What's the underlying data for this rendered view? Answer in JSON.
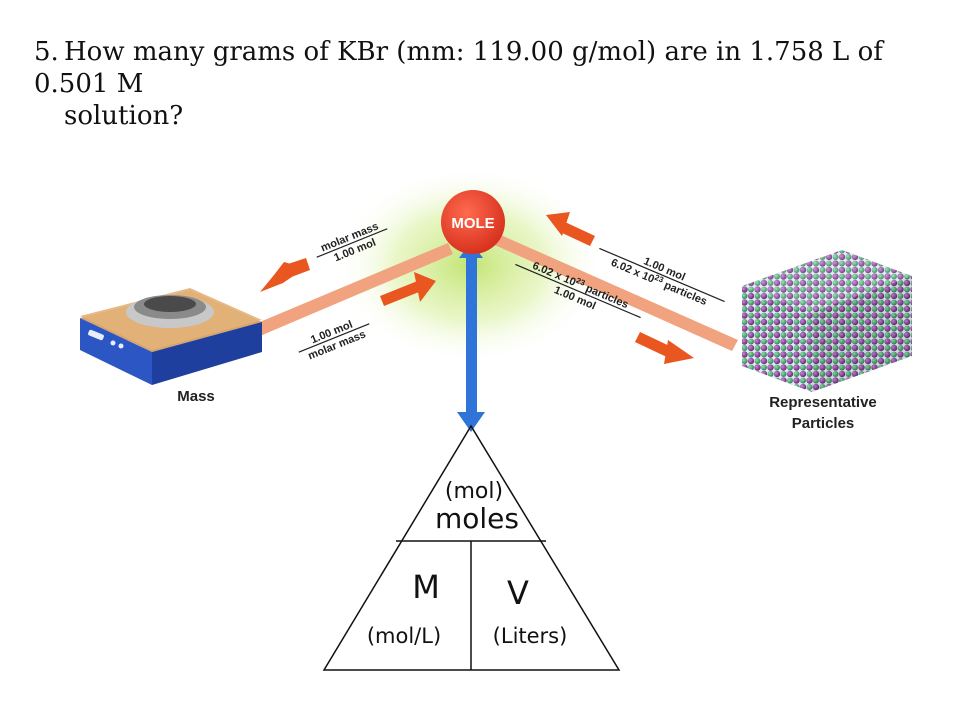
{
  "question": {
    "number": "5.",
    "line1": "How many grams of KBr (mm: 119.00 g/mol)  are in 1.758 L of 0.501 M",
    "line2": "solution?"
  },
  "diagram": {
    "center_label": "MOLE",
    "left_label": "Mass",
    "right_label_line1": "Representative",
    "right_label_line2": "Particles",
    "left_upper_numerator": "molar mass",
    "left_upper_denominator": "1.00 mol",
    "left_lower_numerator": "1.00 mol",
    "left_lower_denominator": "molar mass",
    "right_upper_numerator": "1.00 mol",
    "right_upper_denominator_base": "6.02 x 10",
    "right_upper_denominator_exp": "23",
    "right_upper_denominator_unit": " particles",
    "right_lower_numerator_base": "6.02 x 10",
    "right_lower_numerator_exp": "23",
    "right_lower_numerator_unit": " particles",
    "right_lower_denominator": "1.00 mol",
    "colors": {
      "mole_circle": "#e8402c",
      "arrow_orange": "#e9561f",
      "bar_salmon": "#f1a27e",
      "vertical_arrow": "#2f74d8",
      "glow": "#c9e67a"
    }
  },
  "triangle": {
    "top_unit": "(mol)",
    "top_label": "moles",
    "left_label": "M",
    "left_unit": "(mol/L)",
    "right_label": "V",
    "right_unit": "(Liters)"
  }
}
